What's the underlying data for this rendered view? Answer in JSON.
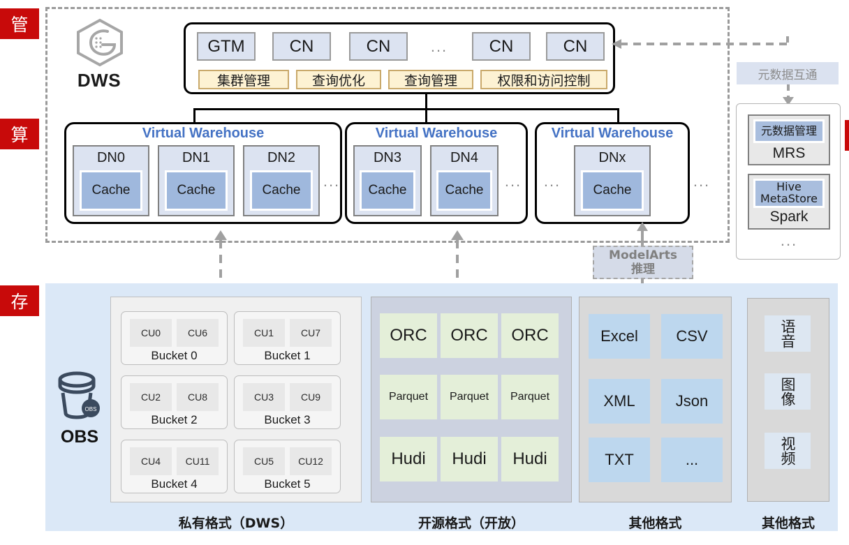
{
  "side_tags": [
    {
      "label": "管",
      "meaning": "manage"
    },
    {
      "label": "算",
      "meaning": "compute"
    },
    {
      "label": "存",
      "meaning": "storage"
    }
  ],
  "compute": {
    "logo_label": "DWS",
    "logo_icon": "dws-hexagon-logo-icon",
    "cn_panel": {
      "nodes": [
        "GTM",
        "CN",
        "CN"
      ],
      "ellipsis": "...",
      "nodes_right": [
        "CN",
        "CN"
      ],
      "functions": [
        "集群管理",
        "查询优化",
        "查询管理",
        "权限和访问控制"
      ]
    },
    "warehouses": [
      {
        "title": "Virtual Warehouse",
        "nodes": [
          {
            "name": "DN0",
            "cache": "Cache"
          },
          {
            "name": "DN1",
            "cache": "Cache"
          },
          {
            "name": "DN2",
            "cache": "Cache"
          }
        ],
        "trailing_ellipsis": "..."
      },
      {
        "title": "Virtual Warehouse",
        "nodes": [
          {
            "name": "DN3",
            "cache": "Cache"
          },
          {
            "name": "DN4",
            "cache": "Cache"
          }
        ],
        "trailing_ellipsis": "..."
      },
      {
        "title": "Virtual Warehouse",
        "leading_ellipsis": "...",
        "nodes": [
          {
            "name": "DNx",
            "cache": "Cache"
          }
        ],
        "trailing_ellipsis": "..."
      }
    ]
  },
  "metadata": {
    "bridge_label": "元数据互通",
    "engines": [
      {
        "chip": "元数据管理",
        "name": "MRS"
      },
      {
        "chip": "Hive MetaStore",
        "name": "Spark"
      }
    ],
    "ellipsis": "..."
  },
  "modelarts": {
    "line1": "ModelArts",
    "line2": "推理"
  },
  "storage": {
    "obs_label": "OBS",
    "obs_icon": "obs-bucket-icon",
    "private": {
      "caption": "私有格式（DWS）",
      "buckets": [
        {
          "name": "Bucket 0",
          "cus": [
            "CU0",
            "CU6"
          ]
        },
        {
          "name": "Bucket 1",
          "cus": [
            "CU1",
            "CU7"
          ]
        },
        {
          "name": "Bucket 2",
          "cus": [
            "CU2",
            "CU8"
          ]
        },
        {
          "name": "Bucket 3",
          "cus": [
            "CU3",
            "CU9"
          ]
        },
        {
          "name": "Bucket 4",
          "cus": [
            "CU4",
            "CU11"
          ]
        },
        {
          "name": "Bucket 5",
          "cus": [
            "CU5",
            "CU12"
          ]
        }
      ]
    },
    "open": {
      "caption": "开源格式（开放）",
      "rows": [
        {
          "label": "ORC",
          "count": 3,
          "size": "large"
        },
        {
          "label": "Parquet",
          "count": 3,
          "size": "small"
        },
        {
          "label": "Hudi",
          "count": 3,
          "size": "large"
        }
      ]
    },
    "other": {
      "caption": "其他格式",
      "items": [
        "Excel",
        "CSV",
        "XML",
        "Json",
        "TXT",
        "..."
      ]
    },
    "media": {
      "caption": "其他格式",
      "items": [
        "语音",
        "图像",
        "视频"
      ]
    }
  },
  "colors": {
    "red_tag": "#c80a0a",
    "node_blue": "#dce3f1",
    "cache_blue": "#9fb8dd",
    "function_yellow": "#fdf2d3",
    "vw_title_blue": "#4472c4",
    "storage_band": "#dbe8f7",
    "format_green": "#e4efd9",
    "format_blue": "#bdd7ee"
  }
}
